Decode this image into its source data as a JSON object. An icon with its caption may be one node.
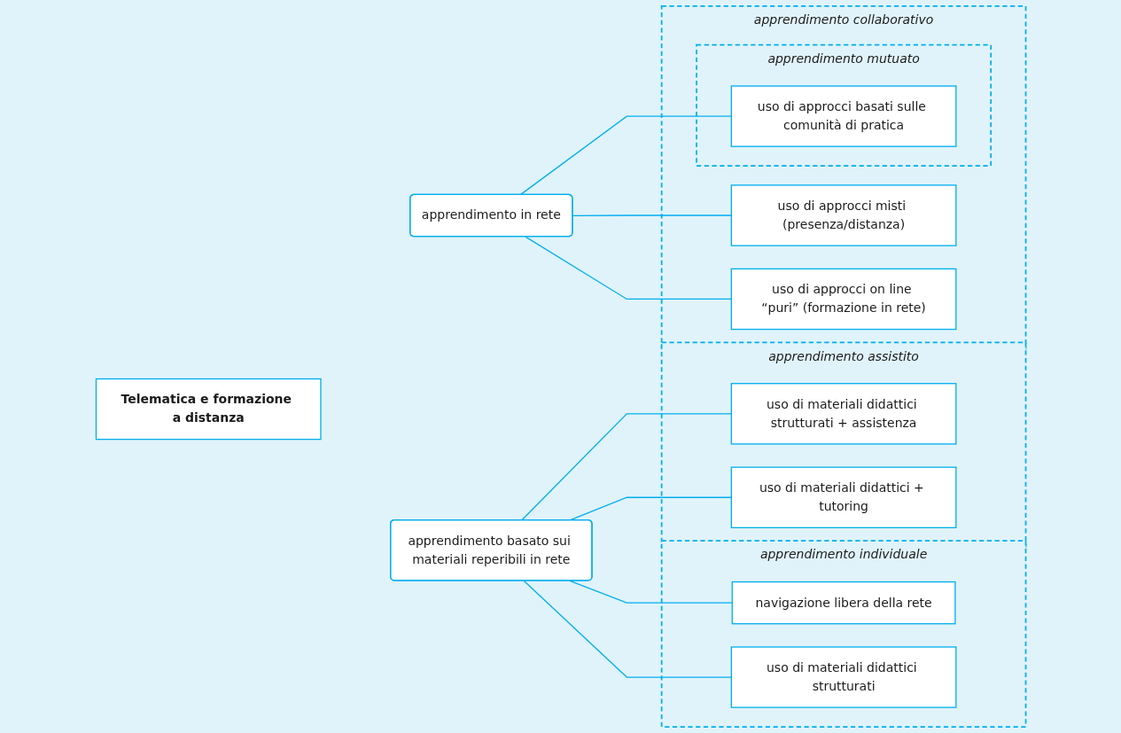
{
  "diagram": {
    "nodes": [
      {
        "text": [
          "Telematica e formazione a distanza"
        ]
      },
      {
        "text": [
          "apprendimento basato sui materiali reperibili in rete"
        ]
      },
      {
        "text": [
          "apprendimento individuale"
        ]
      },
      {
        "text": [
          "navigazione libera della rete"
        ],
        "in": 2
      },
      {
        "text": [
          "uso di materiali didattici strutturati"
        ],
        "in": 2
      },
      {
        "text": [
          "apprendimento assistito"
        ]
      },
      {
        "text": [
          "uso di materiali didattici strutturati + assistenza"
        ],
        "in": 5
      },
      {
        "text": [
          "uso di materiali didattici + tutoring"
        ],
        "in": 5
      },
      {
        "text": [
          "apprendimento in rete"
        ]
      },
      {
        "text": [
          "apprendimento collaborativo"
        ]
      },
      {
        "text": [
          "uso di approcci misti (presenza/distanza)"
        ],
        "in": 9
      },
      {
        "text": [
          "uso di approcci on line “puri” (formazione in rete)"
        ],
        "in": 9
      },
      {
        "text": [
          "apprendimento mutuato"
        ],
        "in": 9
      },
      {
        "text": [
          "uso di approcci basati sulle comunità di pratica"
        ],
        "in": 12
      }
    ],
    "edges": [
      {
        "from": 1,
        "to": 3,
        "arrow": "none"
      },
      {
        "from": 1,
        "to": 4,
        "arrow": "none"
      },
      {
        "from": 1,
        "to": 6,
        "arrow": "none"
      },
      {
        "from": 1,
        "to": 7,
        "arrow": "none"
      },
      {
        "from": 8,
        "to": 10,
        "arrow": "none"
      },
      {
        "from": 8,
        "to": 11,
        "arrow": "none"
      },
      {
        "from": 8,
        "to": 13,
        "arrow": "none"
      }
    ]
  }
}
